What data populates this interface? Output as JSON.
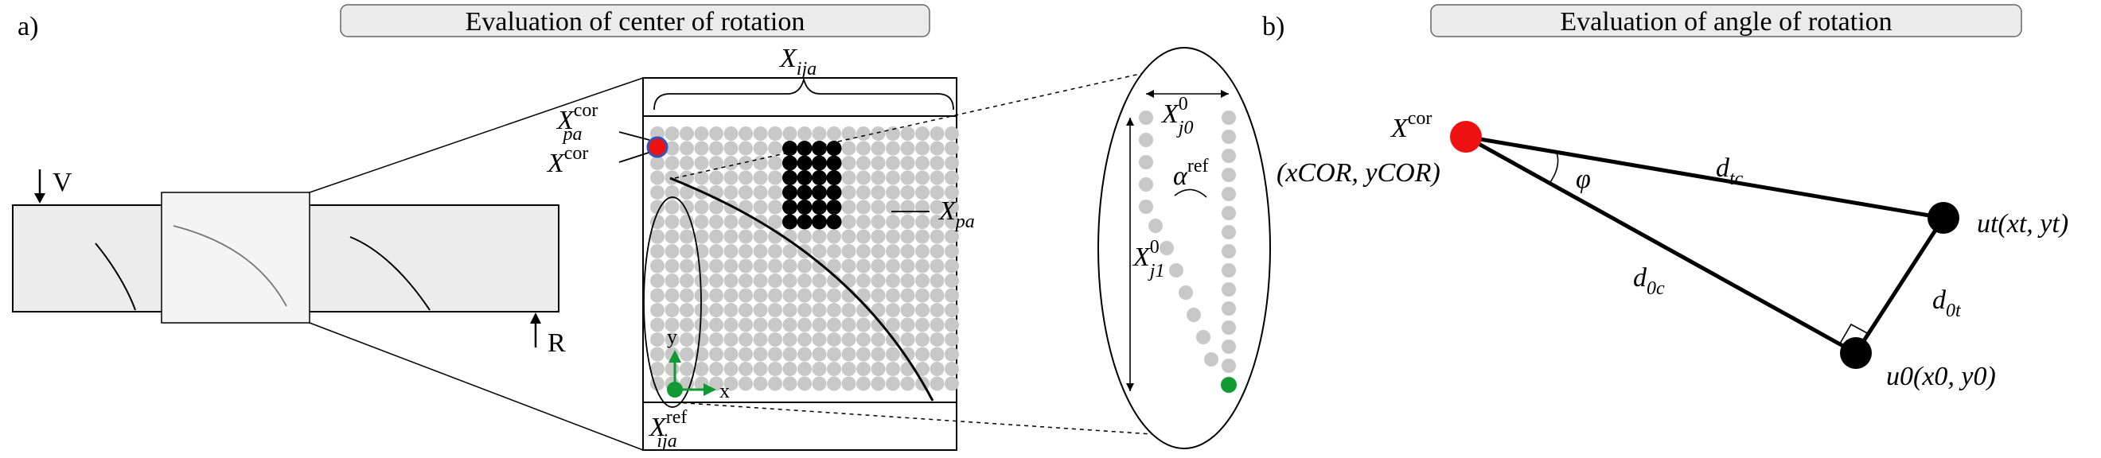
{
  "panel_a": {
    "label": "a)",
    "title": "Evaluation of center of rotation",
    "beam": {
      "load_label": "V",
      "reaction_label": "R"
    },
    "grid": {
      "top_brace_label": {
        "base": "X",
        "sub": "ija"
      },
      "x_pa_cor_label": {
        "base": "X",
        "sub": "pa",
        "sup": "cor"
      },
      "x_cor_label": {
        "base": "X",
        "sup": "cor"
      },
      "x_pa_label": {
        "base": "X",
        "sub": "pa"
      },
      "axis_y_label": "y",
      "axis_x_label": "x",
      "bottom_label": {
        "base": "X",
        "sub": "ija",
        "sup": "ref"
      }
    },
    "zoom": {
      "x_j0_label": {
        "base": "X",
        "sub": "j0",
        "sup": "0"
      },
      "alpha_label": {
        "base": "α",
        "sup": "ref"
      },
      "x_j1_label": {
        "base": "X",
        "sub": "j1",
        "sup": "0"
      },
      "cor_coords": "(xCOR, yCOR)"
    }
  },
  "panel_b": {
    "label": "b)",
    "title": "Evaluation of angle of rotation",
    "x_cor_label": {
      "base": "X",
      "sup": "cor"
    },
    "phi_label": "φ",
    "d_tc_label": {
      "base": "d",
      "sub": "tc"
    },
    "d_0c_label": {
      "base": "d",
      "sub": "0c"
    },
    "d_0t_label": {
      "base": "d",
      "sub": "0t"
    },
    "u_t_label": "ut(xt, yt)",
    "u_0_label": "u0(x0, y0)"
  },
  "colors": {
    "red": "#ee1111",
    "green": "#119933",
    "blue_outline": "#3355bb",
    "grey_dot": "#c8c8c8",
    "black_dot": "#000000",
    "title_fill": "#ebebeb",
    "beam_fill": "#ececec"
  }
}
